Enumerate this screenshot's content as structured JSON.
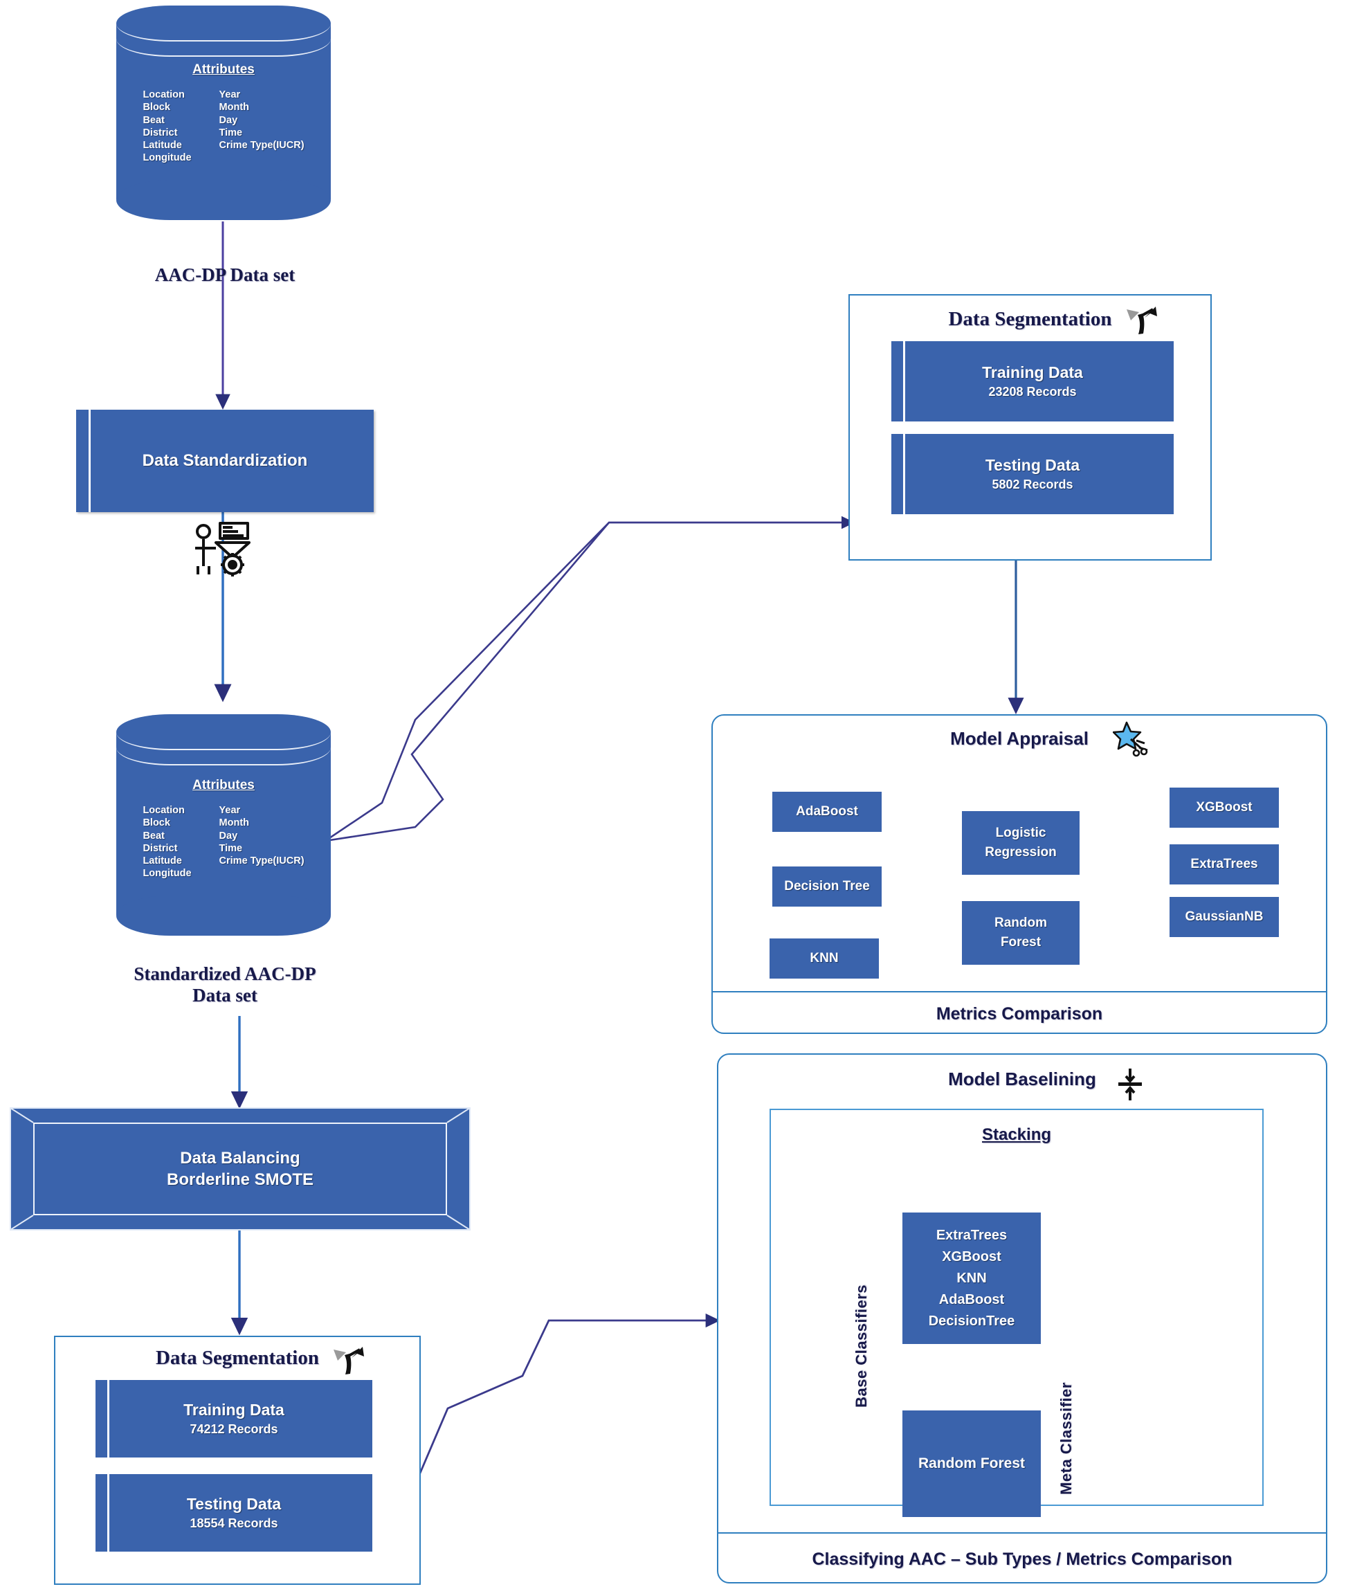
{
  "diagram": {
    "title": "AAC-DP crime data classification pipeline",
    "accent_blue": "#3a63ac",
    "outline_blue": "#2f7fbf",
    "arrow_navy": "#2b2f7a",
    "text_navy": "#17194a"
  },
  "dataset_top": {
    "attributes_heading": "Attributes",
    "attributes_left": [
      "Location",
      "Block",
      "Beat",
      "District",
      "Latitude",
      "Longitude"
    ],
    "attributes_right": [
      "Year",
      "Month",
      "Day",
      "Time",
      "Crime Type(IUCR)"
    ],
    "caption": "AAC-DP Data set",
    "icon": "database-cylinder-icon"
  },
  "standardization": {
    "label": "Data Standardization",
    "process_icon": "person-data-processing-gear-icon"
  },
  "dataset_standardized": {
    "attributes_heading": "Attributes",
    "attributes_left": [
      "Location",
      "Block",
      "Beat",
      "District",
      "Latitude",
      "Longitude"
    ],
    "attributes_right": [
      "Year",
      "Month",
      "Day",
      "Time",
      "Crime Type(IUCR)"
    ],
    "caption_line1": "Standardized AAC-DP",
    "caption_line2": "Data set",
    "icon": "database-cylinder-icon"
  },
  "balancing": {
    "line1": "Data Balancing",
    "line2": "Borderline SMOTE"
  },
  "segmentation_top": {
    "title": "Data Segmentation",
    "icon": "split-arrows-icon",
    "training": {
      "label": "Training Data",
      "records": "23208 Records"
    },
    "testing": {
      "label": "Testing Data",
      "records": "5802 Records"
    }
  },
  "segmentation_bottom": {
    "title": "Data Segmentation",
    "icon": "split-arrows-icon",
    "training": {
      "label": "Training Data",
      "records": "74212 Records"
    },
    "testing": {
      "label": "Testing Data",
      "records": "18554 Records"
    }
  },
  "model_appraisal": {
    "title": "Model Appraisal",
    "icon": "star-rating-icon",
    "models_left": [
      "AdaBoost",
      "Decision Tree",
      "KNN"
    ],
    "models_center": [
      "Logistic\nRegression",
      "Random\nForest"
    ],
    "models_center_lines": [
      [
        "Logistic",
        "Regression"
      ],
      [
        "Random",
        "Forest"
      ]
    ],
    "models_right": [
      "XGBoost",
      "ExtraTrees",
      "GaussianNB"
    ],
    "footer": "Metrics Comparison"
  },
  "model_baselining": {
    "title": "Model Baselining",
    "icon": "baseline-collapse-icon",
    "stacking_title": "Stacking",
    "base_classifiers_label": "Base Classifiers",
    "base_classifiers": [
      "ExtraTrees",
      "XGBoost",
      "KNN",
      "AdaBoost",
      "DecisionTree"
    ],
    "meta_classifier_label": "Meta Classifier",
    "meta_classifier": "Random Forest",
    "footer": "Classifying AAC – Sub Types / Metrics Comparison"
  }
}
